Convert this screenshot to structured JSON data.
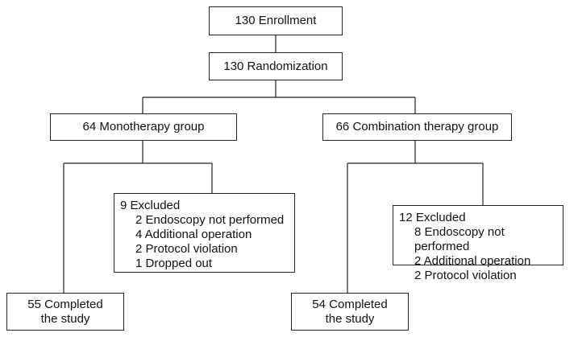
{
  "flowchart": {
    "enrollment": "130 Enrollment",
    "randomization": "130 Randomization",
    "mono": {
      "group": "64 Monotherapy group",
      "excluded_title": "9 Excluded",
      "excluded_items": [
        "2 Endoscopy not performed",
        "4 Additional operation",
        "2 Protocol violation",
        "1 Dropped out"
      ],
      "completed_line1": "55 Completed",
      "completed_line2": "the study"
    },
    "combo": {
      "group": "66 Combination therapy group",
      "excluded_title": "12 Excluded",
      "excluded_items": [
        "8 Endoscopy not performed",
        "2 Additional operation",
        "2 Protocol violation"
      ],
      "completed_line1": "54 Completed",
      "completed_line2": "the study"
    }
  }
}
